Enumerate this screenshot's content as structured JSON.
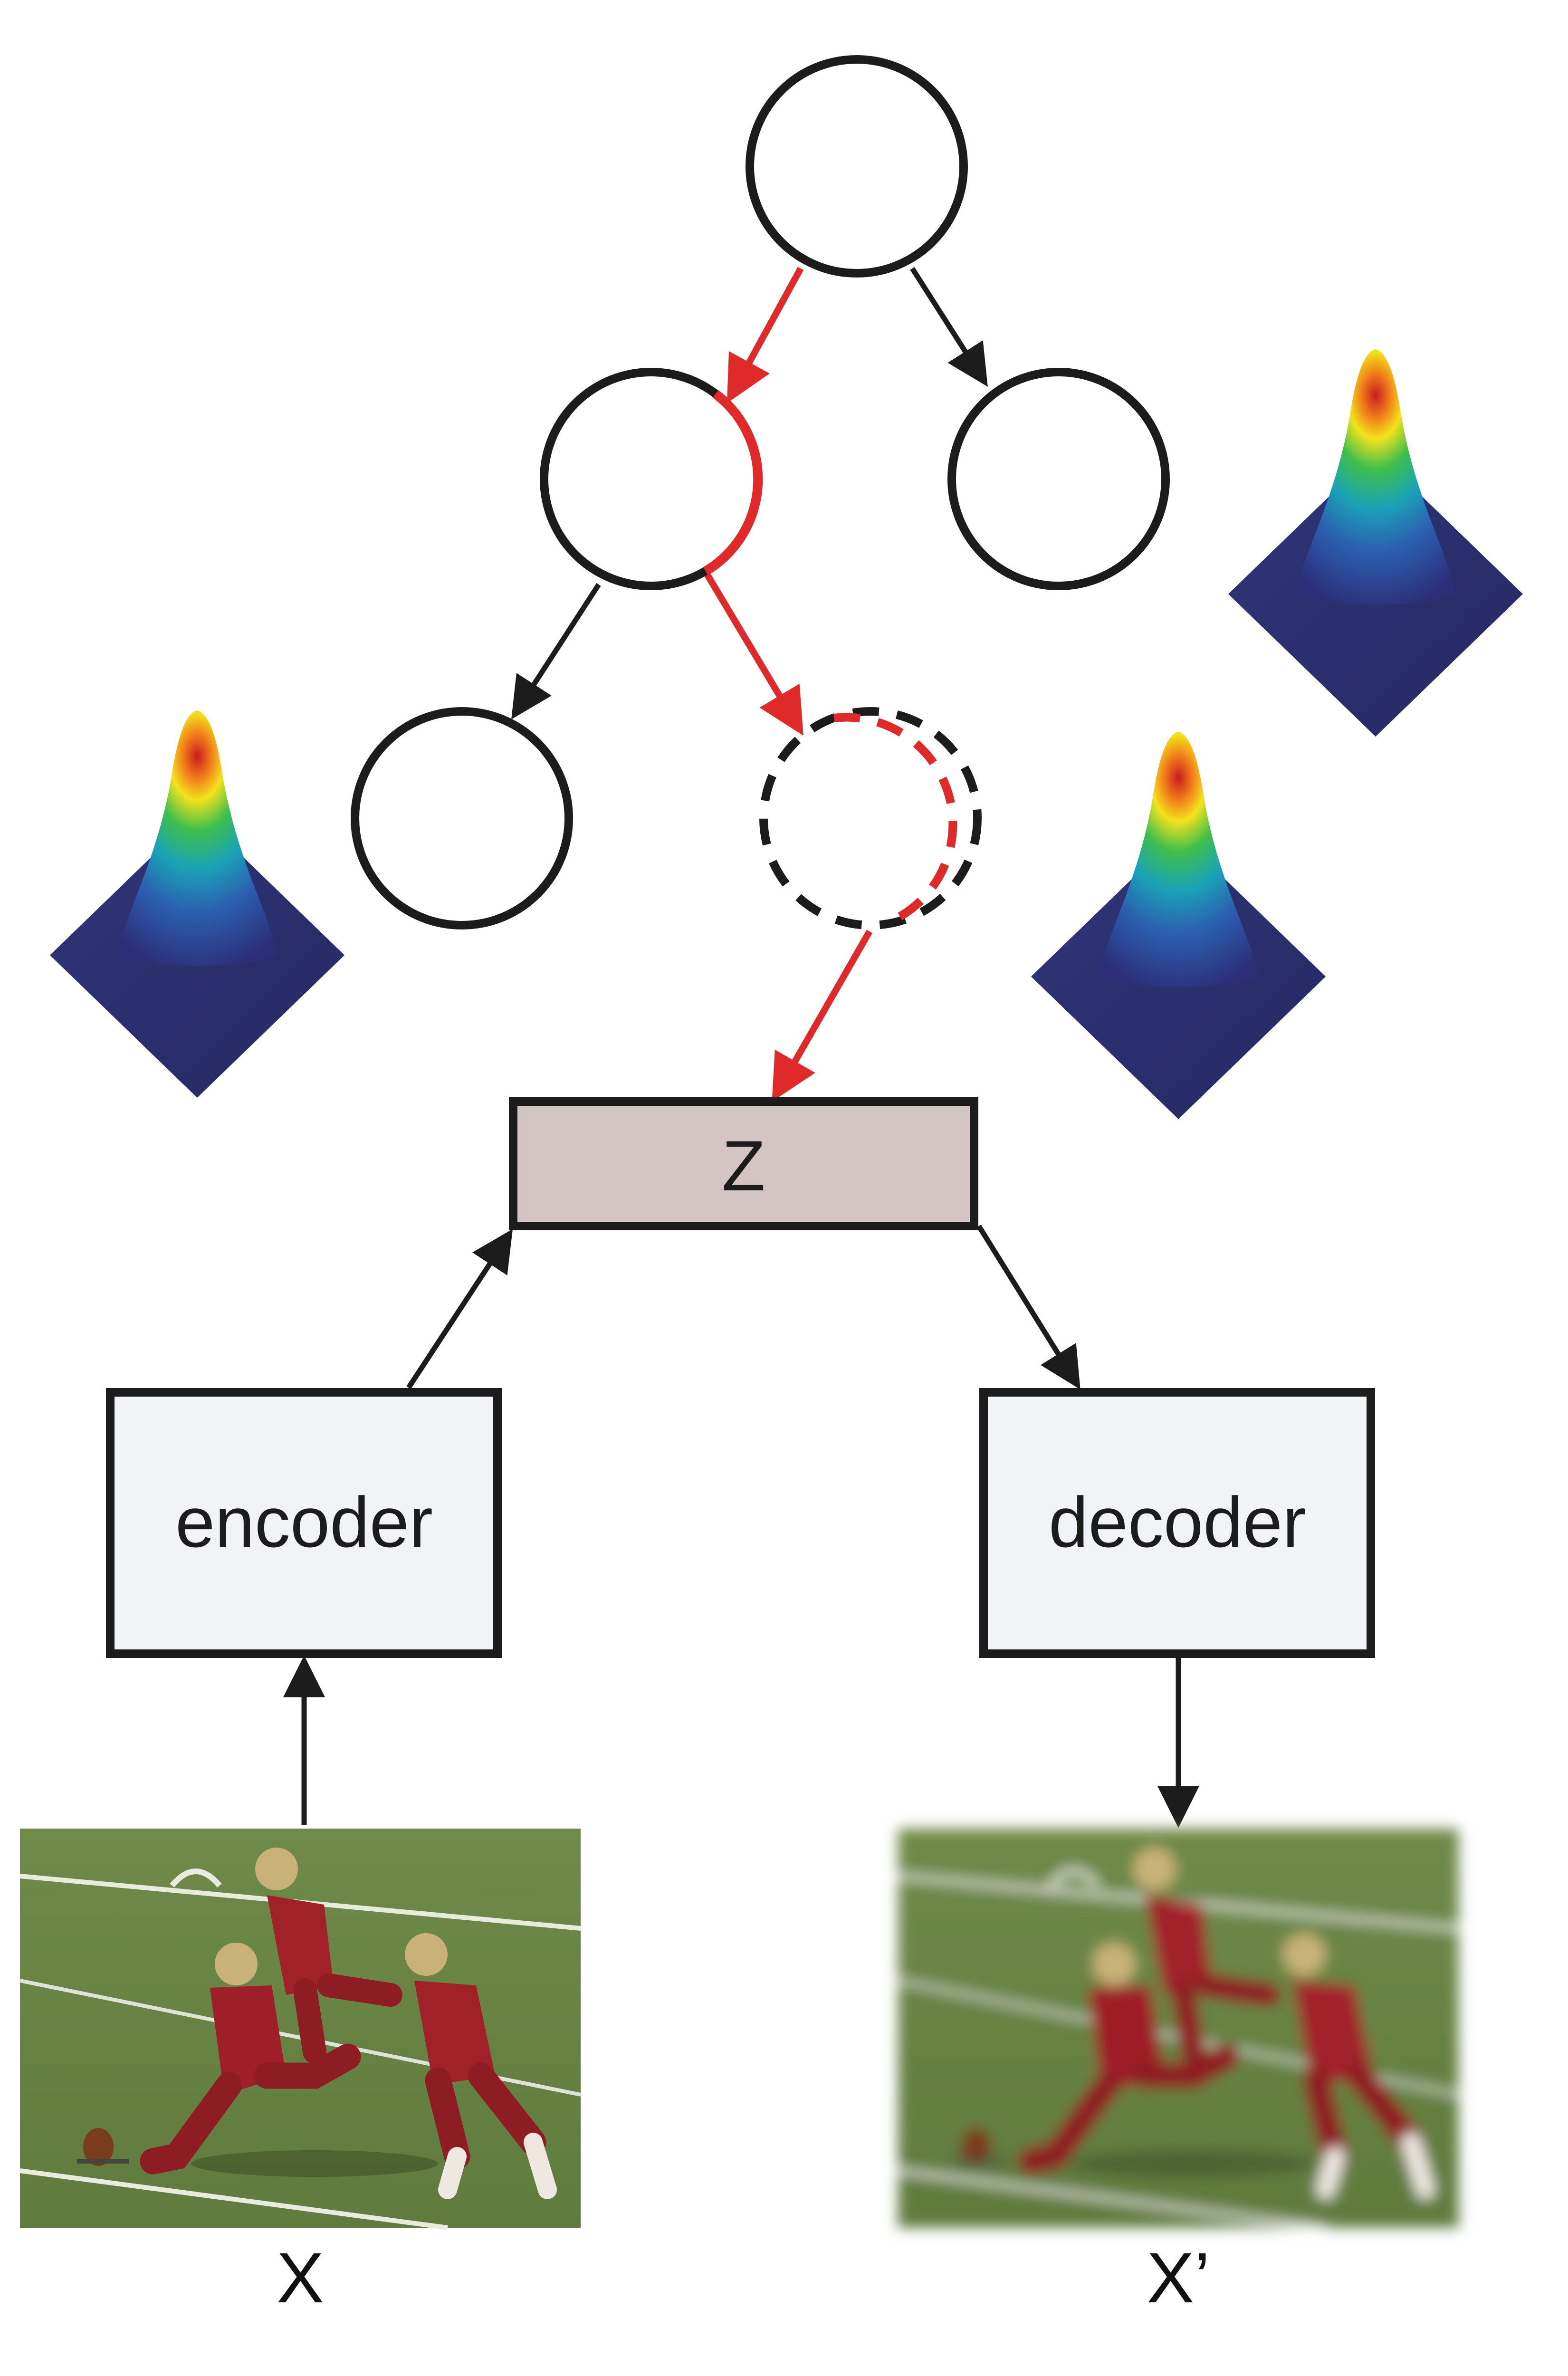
{
  "latent": {
    "label": "Z"
  },
  "encoder": {
    "label": "encoder"
  },
  "decoder": {
    "label": "decoder"
  },
  "input_image": {
    "label": "X"
  },
  "output_image": {
    "label": "X’"
  },
  "tree": {
    "nodes": [
      "root",
      "left",
      "right",
      "left-left",
      "left-right"
    ],
    "selected_path": [
      "root",
      "left",
      "left-right"
    ]
  },
  "colors": {
    "path_highlight": "#e02a2a",
    "stroke": "#1c1c1c",
    "latent_fill": "#d4c5c5",
    "box_fill": "#f1f3f6",
    "gaussian_base": "#2a2a6e"
  },
  "icons": [
    "gaussian-surface-icon",
    "football-photo",
    "blurred-football-photo"
  ]
}
